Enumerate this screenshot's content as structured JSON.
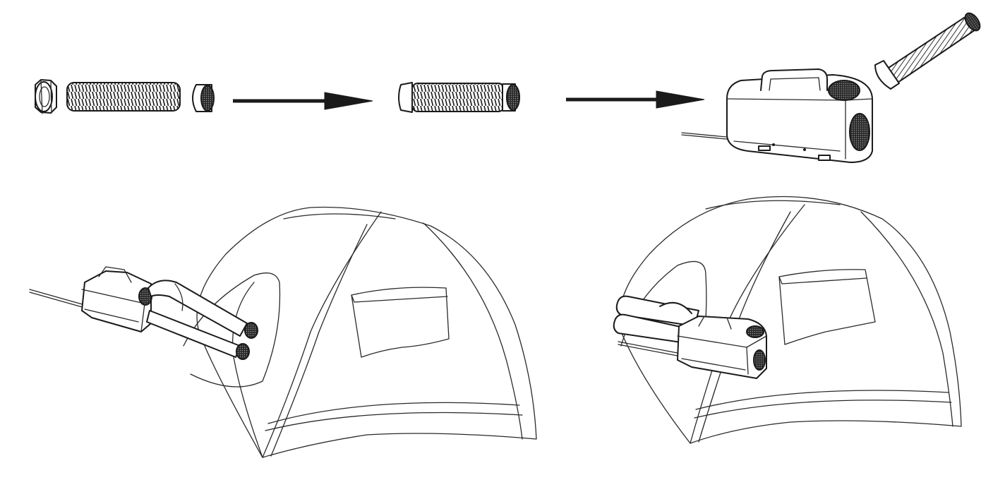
{
  "diagram": {
    "steps": [
      {
        "id": "parts",
        "icon": "hose-parts-icon"
      },
      {
        "id": "assembled-hose",
        "icon": "assembled-hose-icon"
      },
      {
        "id": "unit-with-hose",
        "icon": "air-conditioner-with-hose-icon"
      }
    ],
    "scenes": [
      {
        "id": "outside-tent",
        "icon": "tent-unit-outside-icon"
      },
      {
        "id": "inside-tent",
        "icon": "tent-unit-inside-icon"
      }
    ],
    "colors": {
      "line": "#1a1a1a",
      "background": "#ffffff"
    }
  }
}
